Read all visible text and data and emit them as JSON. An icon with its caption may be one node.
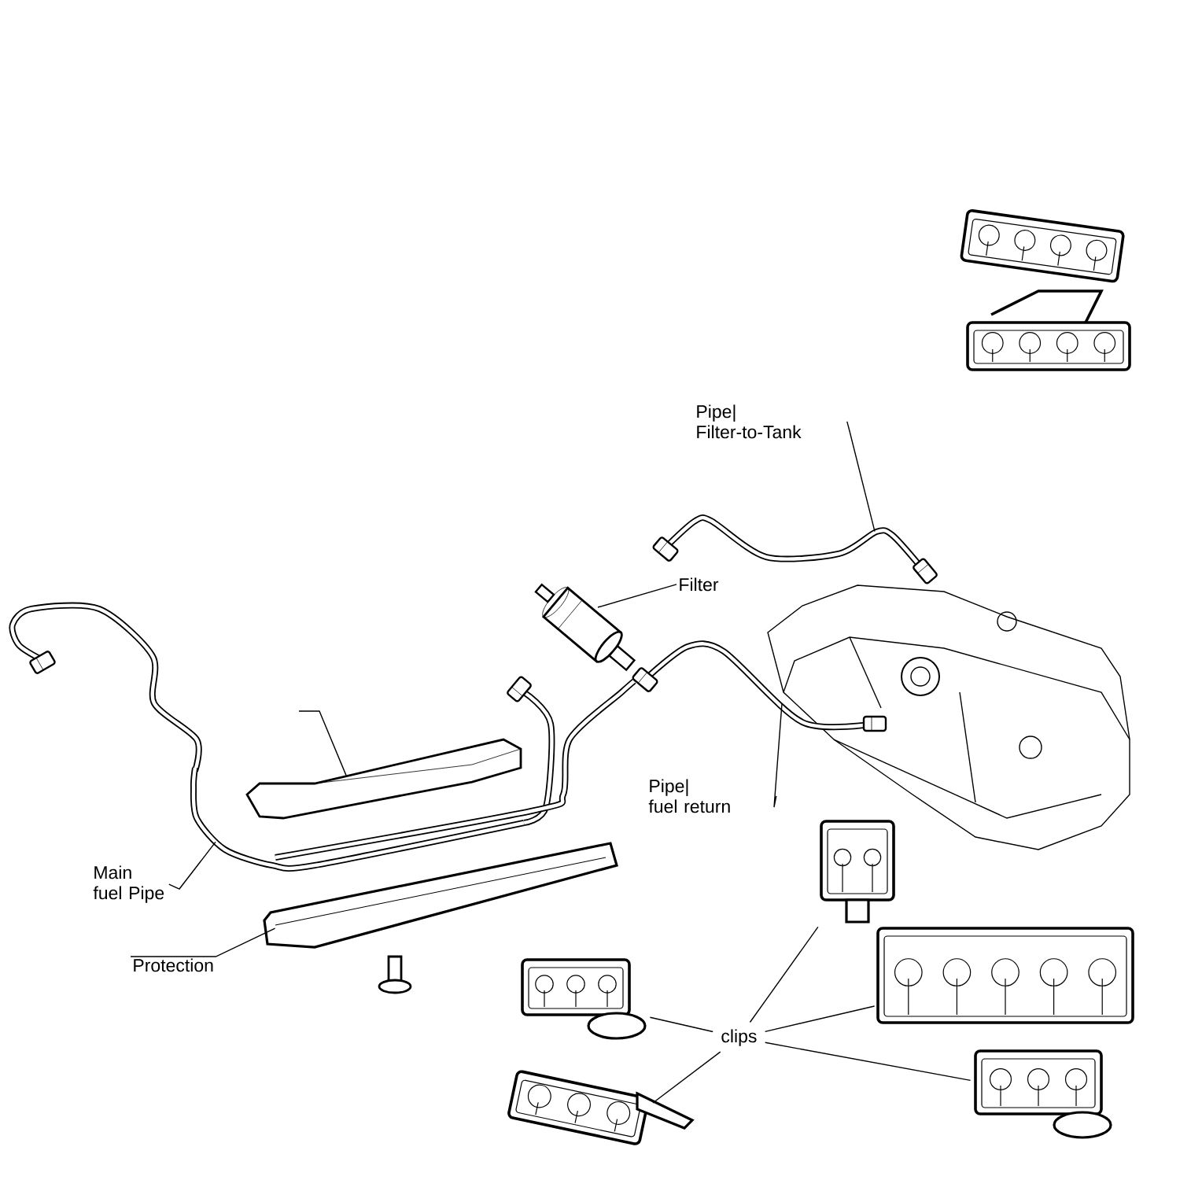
{
  "diagram": {
    "nodes": [
      {
        "text": [
          "Pipe| Filter-to-Tank"
        ]
      },
      {
        "text": [],
        "shape": "picture"
      },
      {
        "text": [
          "Filter"
        ]
      },
      {
        "text": [],
        "shape": "picture"
      },
      {
        "text": [
          "Pipe| fuel return"
        ]
      },
      {
        "text": [],
        "shape": "picture"
      },
      {
        "text": [
          "Main fuel Pipe"
        ]
      },
      {
        "text": [],
        "shape": "picture"
      },
      {
        "text": [
          "Protection"
        ]
      },
      {
        "text": [],
        "shape": "picture"
      },
      {
        "text": [
          "clips"
        ]
      },
      {
        "text": [],
        "shape": "picture"
      },
      {
        "text": [],
        "shape": "picture"
      },
      {
        "text": [],
        "shape": "picture"
      },
      {
        "text": [],
        "shape": "picture"
      },
      {
        "text": [],
        "shape": "picture"
      },
      {
        "text": [],
        "shape": "picture"
      }
    ],
    "edges": [
      {
        "from": 0,
        "to": 1,
        "arrow": "none"
      },
      {
        "from": 2,
        "to": 3,
        "arrow": "none"
      },
      {
        "from": 4,
        "to": 5,
        "arrow": "none"
      },
      {
        "from": 6,
        "to": 7,
        "arrow": "none"
      },
      {
        "from": 8,
        "to": 9,
        "arrow": "none"
      },
      {
        "from": 10,
        "to": 11,
        "arrow": "none"
      },
      {
        "from": 10,
        "to": 13,
        "arrow": "none"
      },
      {
        "from": 10,
        "to": 14,
        "arrow": "none"
      },
      {
        "from": 10,
        "to": 15,
        "arrow": "none"
      },
      {
        "from": 10,
        "to": 12,
        "arrow": "none"
      },
      {
        "from": null,
        "to": 16,
        "arrow": "none"
      }
    ]
  }
}
